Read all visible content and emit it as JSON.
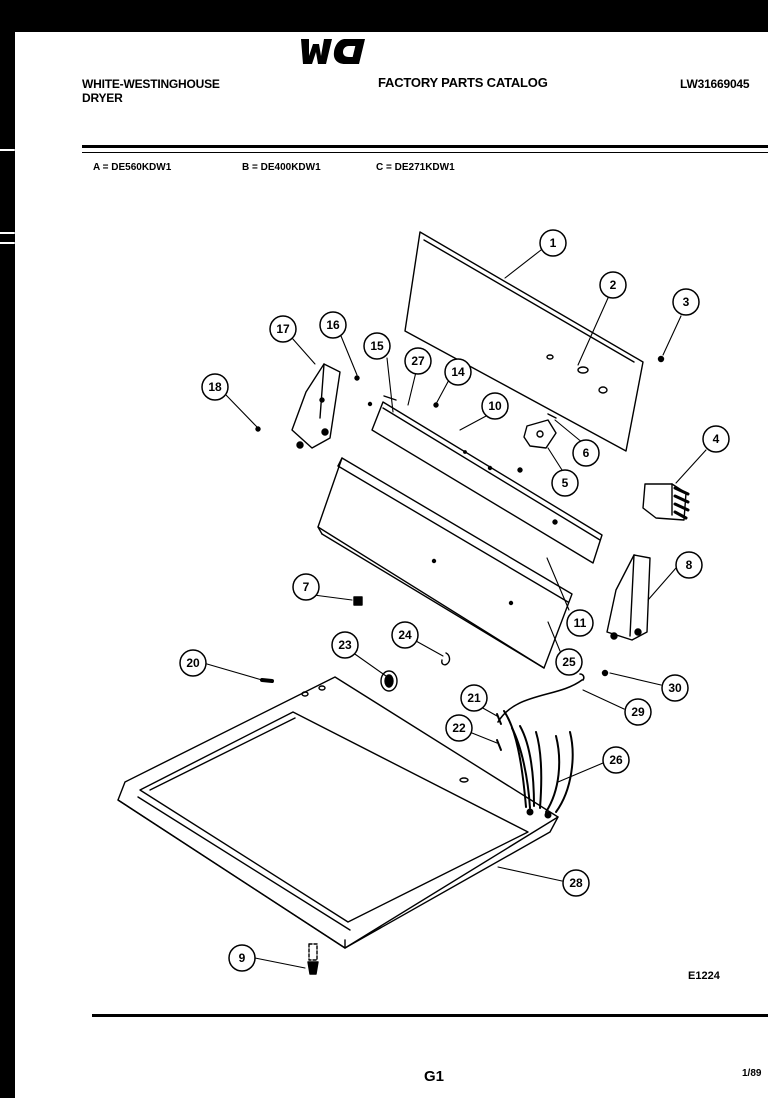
{
  "header": {
    "manufacturer": "WHITE-WESTINGHOUSE",
    "product": "DRYER",
    "catalog_title": "FACTORY PARTS CATALOG",
    "logo_text": "WCI",
    "catalog_number": "LW31669045"
  },
  "models": [
    {
      "key": "A",
      "text": "A = DE560KDW1"
    },
    {
      "key": "B",
      "text": "B = DE400KDW1"
    },
    {
      "key": "C",
      "text": "C = DE271KDW1"
    }
  ],
  "callouts": [
    "1",
    "2",
    "3",
    "4",
    "5",
    "6",
    "7",
    "8",
    "9",
    "10",
    "11",
    "14",
    "15",
    "16",
    "17",
    "18",
    "20",
    "21",
    "22",
    "23",
    "24",
    "25",
    "26",
    "27",
    "28",
    "29",
    "30"
  ],
  "footer": {
    "drawing_code": "E1224",
    "page_label": "G1",
    "date": "1/89"
  },
  "colors": {
    "ink": "#000000",
    "paper": "#ffffff",
    "frame": "#000000"
  }
}
